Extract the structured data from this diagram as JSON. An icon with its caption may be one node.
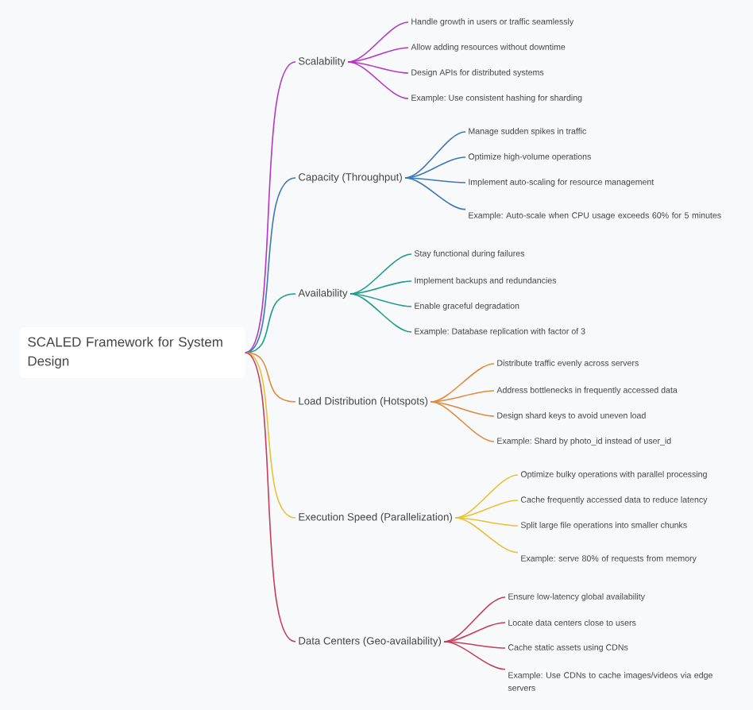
{
  "diagram": {
    "nodes": [
      {
        "text": [
          "SCALED Framework for System Design"
        ]
      },
      {
        "text": [
          "Scalability"
        ]
      },
      {
        "text": [
          "Handle growth in users or traffic seamlessly"
        ]
      },
      {
        "text": [
          "Allow adding resources without downtime"
        ]
      },
      {
        "text": [
          "Design APIs for distributed systems"
        ]
      },
      {
        "text": [
          "Example: Use consistent hashing for sharding"
        ]
      },
      {
        "text": [
          "Capacity (Throughput)"
        ]
      },
      {
        "text": [
          "Manage sudden spikes in traffic"
        ]
      },
      {
        "text": [
          "Optimize high-volume operations"
        ]
      },
      {
        "text": [
          "Implement auto-scaling for resource management"
        ]
      },
      {
        "text": [
          "Example: Auto-scale when CPU usage exceeds 60% for 5 minutes"
        ]
      },
      {
        "text": [
          "Availability"
        ]
      },
      {
        "text": [
          "Stay functional during failures"
        ]
      },
      {
        "text": [
          "Implement backups and redundancies"
        ]
      },
      {
        "text": [
          "Enable graceful degradation"
        ]
      },
      {
        "text": [
          "Example: Database replication with factor of 3"
        ]
      },
      {
        "text": [
          "Load Distribution (Hotspots)"
        ]
      },
      {
        "text": [
          "Distribute traffic evenly across servers"
        ]
      },
      {
        "text": [
          "Address bottlenecks in frequently accessed data"
        ]
      },
      {
        "text": [
          "Design shard keys to avoid uneven load"
        ]
      },
      {
        "text": [
          "Example: Shard by photo_id instead of user_id"
        ]
      },
      {
        "text": [
          "Execution Speed (Parallelization)"
        ]
      },
      {
        "text": [
          "Optimize bulky operations with parallel processing"
        ]
      },
      {
        "text": [
          "Cache frequently accessed data to reduce latency"
        ]
      },
      {
        "text": [
          "Split large file operations into smaller chunks"
        ]
      },
      {
        "text": [
          "Example: serve 80% of requests from memory"
        ]
      },
      {
        "text": [
          "Data Centers (Geo-availability)"
        ]
      },
      {
        "text": [
          "Ensure low-latency global availability"
        ]
      },
      {
        "text": [
          "Locate data centers close to users"
        ]
      },
      {
        "text": [
          "Cache static assets using CDNs"
        ]
      },
      {
        "text": [
          "Example: Use CDNs to cache images/videos via edge servers"
        ]
      }
    ],
    "edges": [
      {
        "from": 0,
        "to": 1,
        "arrow": "none",
        "color": "#b535c4"
      },
      {
        "from": 1,
        "to": 2,
        "arrow": "none",
        "color": "#b535c4"
      },
      {
        "from": 1,
        "to": 3,
        "arrow": "none",
        "color": "#b535c4"
      },
      {
        "from": 1,
        "to": 4,
        "arrow": "none",
        "color": "#b535c4"
      },
      {
        "from": 1,
        "to": 5,
        "arrow": "none",
        "color": "#b535c4"
      },
      {
        "from": 0,
        "to": 6,
        "arrow": "none",
        "color": "#3b78b4"
      },
      {
        "from": 6,
        "to": 7,
        "arrow": "none",
        "color": "#3b78b4"
      },
      {
        "from": 6,
        "to": 8,
        "arrow": "none",
        "color": "#3b78b4"
      },
      {
        "from": 6,
        "to": 9,
        "arrow": "none",
        "color": "#3b78b4"
      },
      {
        "from": 6,
        "to": 10,
        "arrow": "none",
        "color": "#3b78b4"
      },
      {
        "from": 0,
        "to": 11,
        "arrow": "none",
        "color": "#1e9e88"
      },
      {
        "from": 11,
        "to": 12,
        "arrow": "none",
        "color": "#1e9e88"
      },
      {
        "from": 11,
        "to": 13,
        "arrow": "none",
        "color": "#1e9e88"
      },
      {
        "from": 11,
        "to": 14,
        "arrow": "none",
        "color": "#1e9e88"
      },
      {
        "from": 11,
        "to": 15,
        "arrow": "none",
        "color": "#1e9e88"
      },
      {
        "from": 0,
        "to": 16,
        "arrow": "none",
        "color": "#e08a3c"
      },
      {
        "from": 16,
        "to": 17,
        "arrow": "none",
        "color": "#e08a3c"
      },
      {
        "from": 16,
        "to": 18,
        "arrow": "none",
        "color": "#e08a3c"
      },
      {
        "from": 16,
        "to": 19,
        "arrow": "none",
        "color": "#e08a3c"
      },
      {
        "from": 16,
        "to": 20,
        "arrow": "none",
        "color": "#e08a3c"
      },
      {
        "from": 0,
        "to": 21,
        "arrow": "none",
        "color": "#e6c236"
      },
      {
        "from": 21,
        "to": 22,
        "arrow": "none",
        "color": "#e6c236"
      },
      {
        "from": 21,
        "to": 23,
        "arrow": "none",
        "color": "#e6c236"
      },
      {
        "from": 21,
        "to": 24,
        "arrow": "none",
        "color": "#e6c236"
      },
      {
        "from": 21,
        "to": 25,
        "arrow": "none",
        "color": "#e6c236"
      },
      {
        "from": 0,
        "to": 26,
        "arrow": "none",
        "color": "#c43e5a"
      },
      {
        "from": 26,
        "to": 27,
        "arrow": "none",
        "color": "#c43e5a"
      },
      {
        "from": 26,
        "to": 28,
        "arrow": "none",
        "color": "#c43e5a"
      },
      {
        "from": 26,
        "to": 29,
        "arrow": "none",
        "color": "#c43e5a"
      },
      {
        "from": 26,
        "to": 30,
        "arrow": "none",
        "color": "#c43e5a"
      }
    ]
  }
}
